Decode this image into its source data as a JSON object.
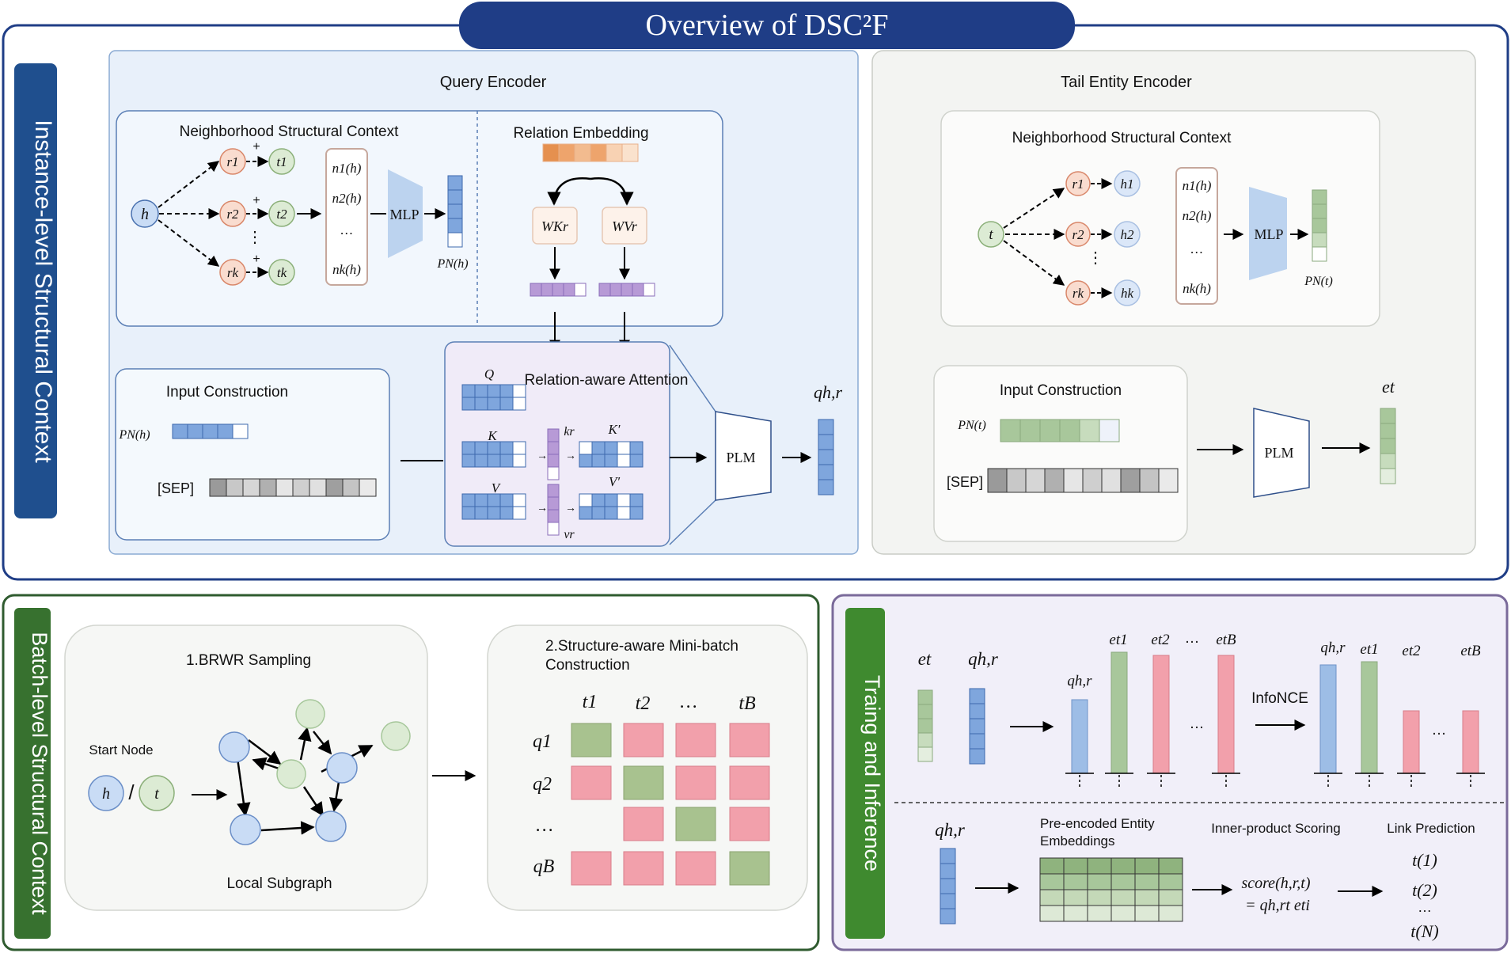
{
  "title": "Overview of DSC²F",
  "sections": {
    "instance_label": "Instance-level Structural Context",
    "batch_label": "Batch-level Structural Context",
    "training_label": "Traing and Inference"
  },
  "query_encoder": {
    "title": "Query Encoder",
    "nsc_title": "Neighborhood Structural Context",
    "rel_emb_title": "Relation Embedding",
    "head_node": "h",
    "relations": [
      "r1",
      "r2",
      "rk"
    ],
    "tails": [
      "t1",
      "t2",
      "tk"
    ],
    "plus": "+",
    "vdots": "⋮",
    "neighbors": [
      "n1(h)",
      "n2(h)",
      "…",
      "nk(h)"
    ],
    "mlp": "MLP",
    "p_label": "PN(h)",
    "wk": "WKr",
    "wv": "WVr",
    "input_construction": "Input Construction",
    "input_p": "PN(h)",
    "sep": "[SEP]",
    "attention_title": "Relation-aware Attention",
    "q": "Q",
    "k": "K",
    "v": "V",
    "kr": "kr",
    "vr": "vr",
    "kprime": "K′",
    "vprime": "V′",
    "plm": "PLM",
    "output": "qh,r"
  },
  "tail_encoder": {
    "title": "Tail Entity Encoder",
    "nsc_title": "Neighborhood Structural Context",
    "tail_node": "t",
    "relations": [
      "r1",
      "r2",
      "rk"
    ],
    "heads": [
      "h1",
      "h2",
      "hk"
    ],
    "vdots": "⋮",
    "neighbors": [
      "n1(h)",
      "n2(h)",
      "…",
      "nk(h)"
    ],
    "mlp": "MLP",
    "p_label": "PN(t)",
    "input_construction": "Input Construction",
    "input_p": "PN(t)",
    "sep": "[SEP]",
    "plm": "PLM",
    "output": "et"
  },
  "batch": {
    "brwr_title": "1.BRWR Sampling",
    "start_node": "Start Node",
    "h": "h",
    "slash": "/",
    "t": "t",
    "subgraph": "Local Subgraph",
    "minibatch_title_1": "2.Structure-aware Mini-batch",
    "minibatch_title_2": "Construction",
    "cols": [
      "t1",
      "t2",
      "…",
      "tB"
    ],
    "rows": [
      "q1",
      "q2",
      "…",
      "qB"
    ]
  },
  "training": {
    "et": "et",
    "qhr": "qh,r",
    "bar_labels": [
      "qh,r",
      "et1",
      "et2",
      "…",
      "etB"
    ],
    "dots": "…",
    "infonce": "InfoNCE",
    "after_labels": [
      "qh,r",
      "et1",
      "et2",
      "etB"
    ],
    "inference_q": "qh,r",
    "pre_encoded_1": "Pre-encoded Entity",
    "pre_encoded_2": "Embeddings",
    "scoring_title": "Inner-product Scoring",
    "score_line1": "score(h,r,t)",
    "score_line2": "= qh,rt eti",
    "link_title": "Link Prediction",
    "predictions": [
      "t(1)",
      "t(2)",
      "…",
      "t(N)"
    ]
  },
  "colors": {
    "navy": "#1f3d86",
    "dark_green": "#2f5b2f",
    "purple": "#7a6a9a",
    "blue_fill": "#a9c4ec",
    "green_fill": "#a8c79b",
    "red_fill": "#f2a0ab",
    "orange": "#e59a5e",
    "violet": "#b79ad6"
  }
}
